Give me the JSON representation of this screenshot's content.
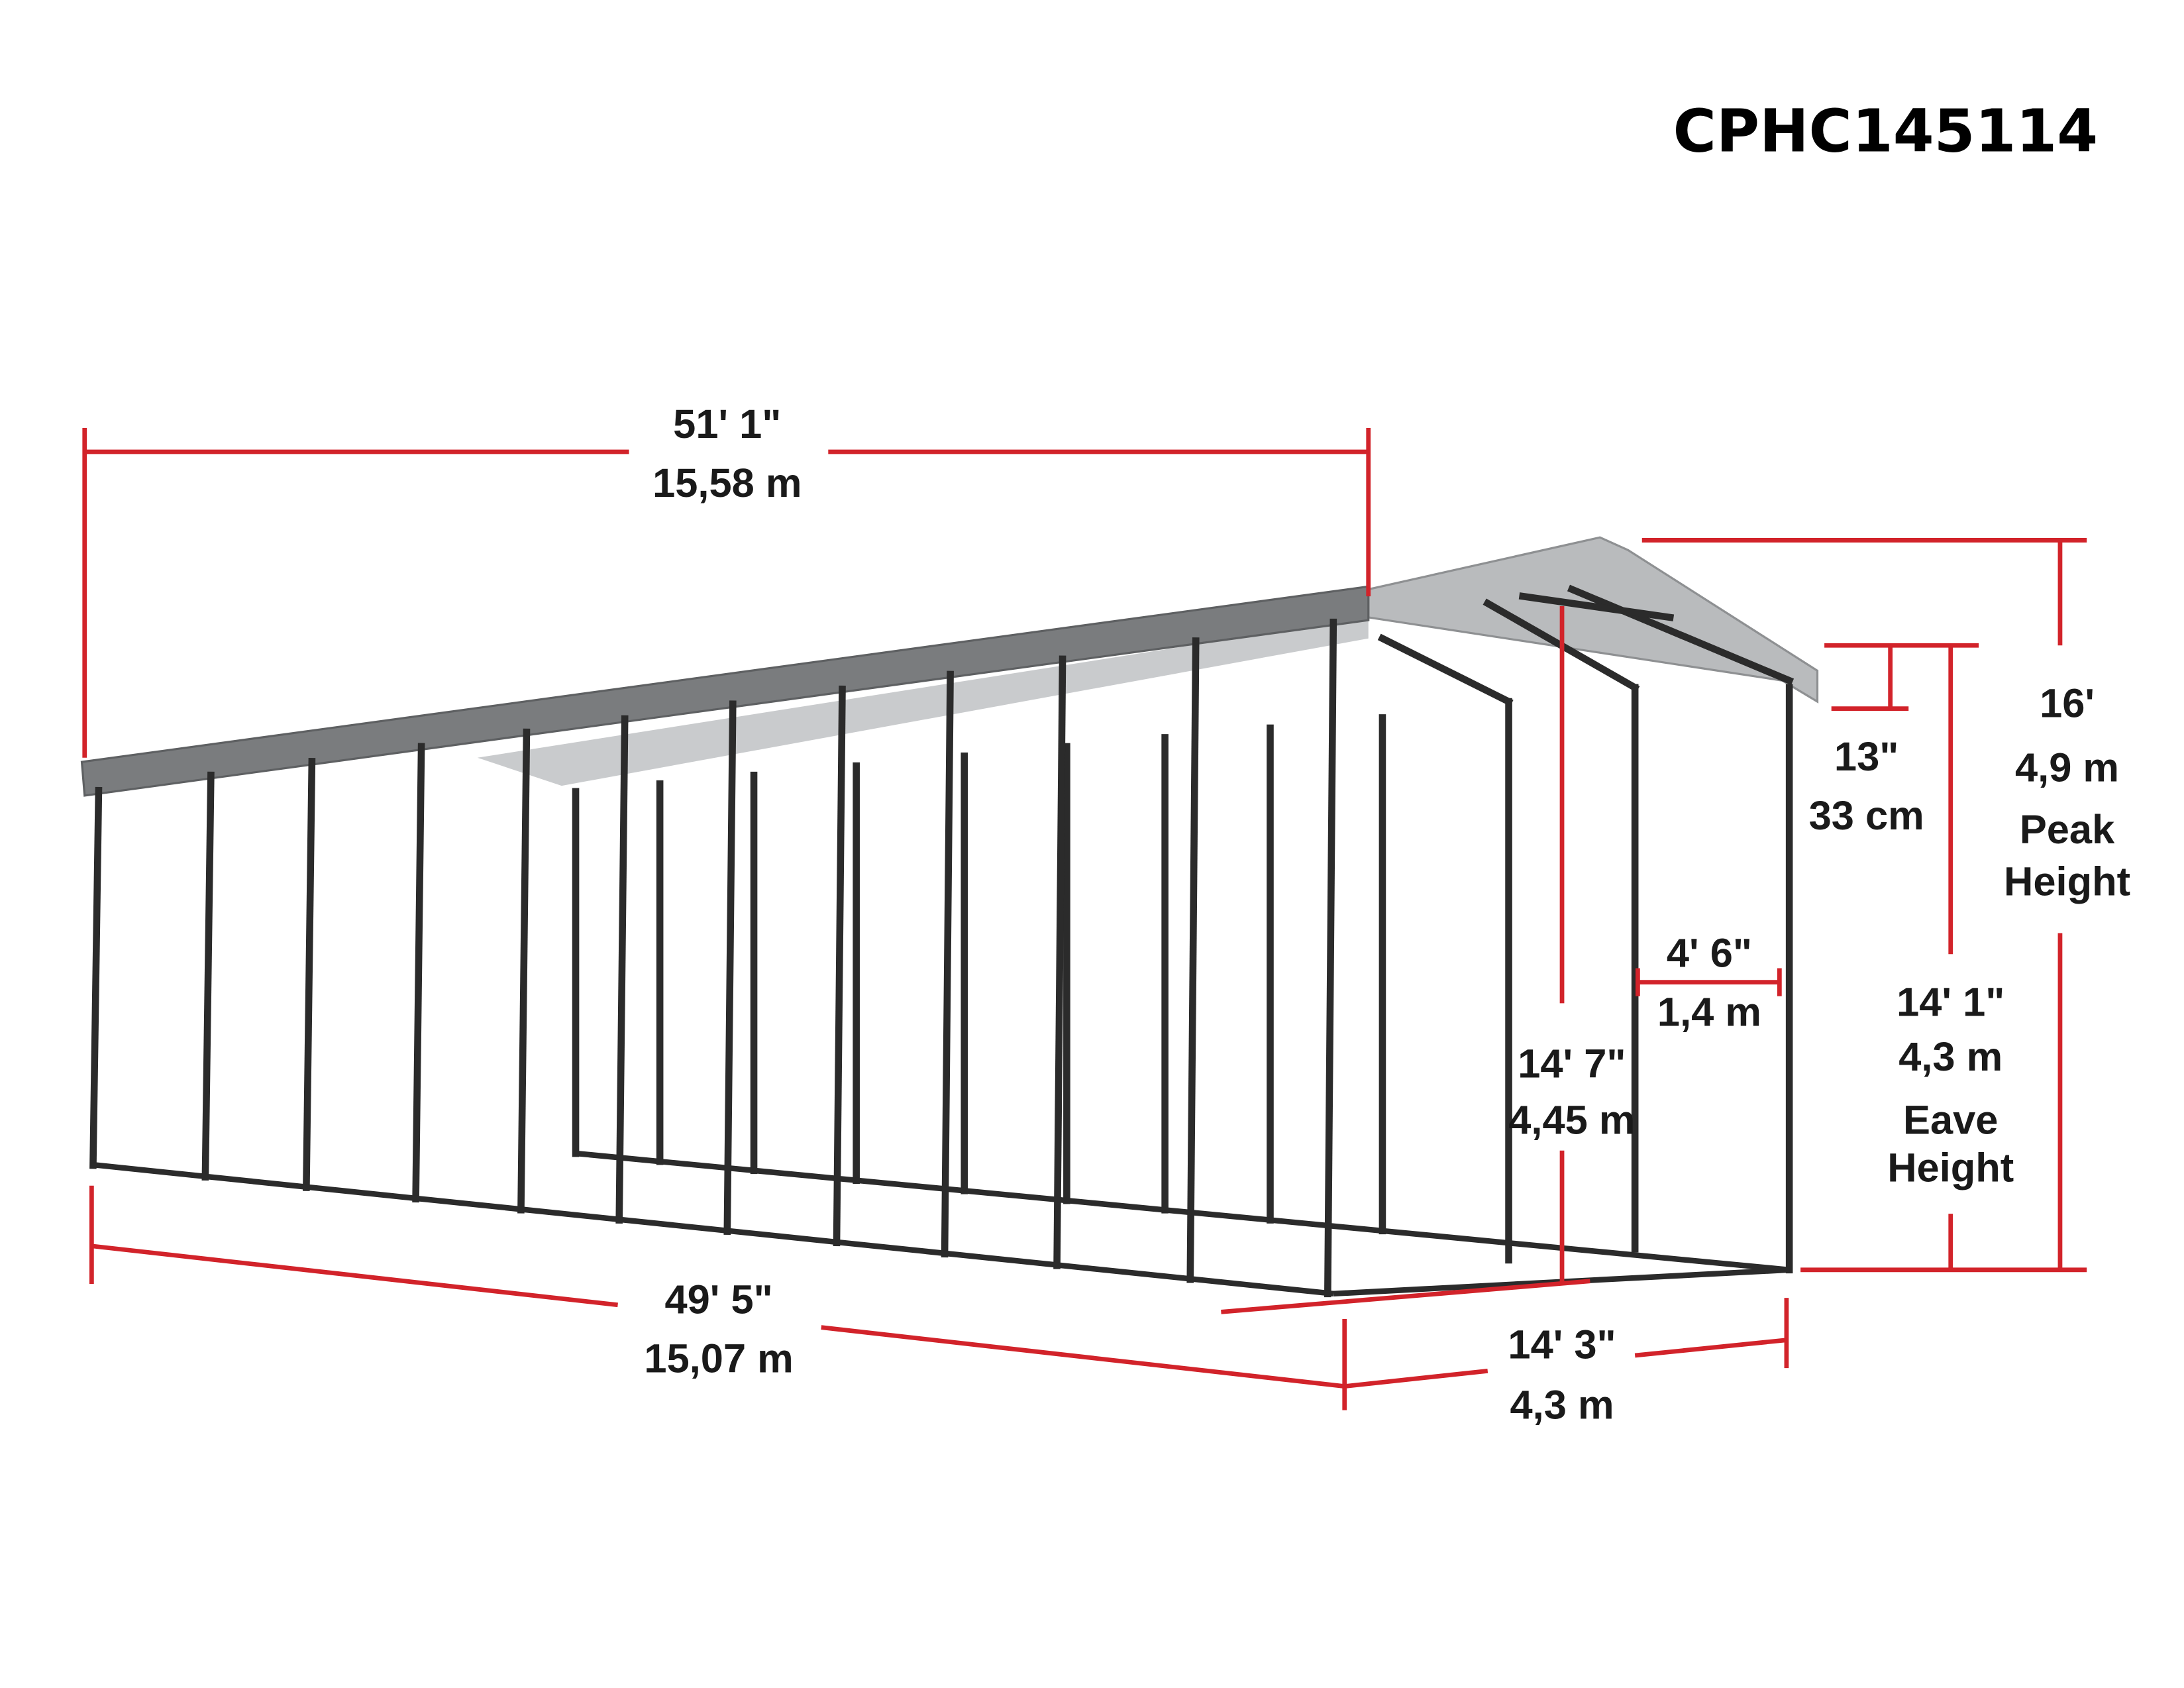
{
  "title": "CPHC145114",
  "colors": {
    "dimension_line": "#d2232a",
    "frame": "#2b2b2b",
    "roof": "#7a7c7e",
    "roof_light": "#b9bbbd"
  },
  "dimensions": {
    "overall_length": {
      "imperial": "51' 1\"",
      "metric": "15,58 m"
    },
    "base_length": {
      "imperial": "49' 5\"",
      "metric": "15,07 m"
    },
    "base_width": {
      "imperial": "14' 3\"",
      "metric": "4,3 m"
    },
    "opening_height": {
      "imperial": "14' 7\"",
      "metric": "4,45 m"
    },
    "post_spacing": {
      "imperial": "4' 6\"",
      "metric": "1,4 m"
    },
    "roof_rise": {
      "imperial": "13\"",
      "metric": "33 cm"
    },
    "eave_height": {
      "imperial": "14' 1\"",
      "metric": "4,3 m",
      "label_1": "Eave",
      "label_2": "Height"
    },
    "peak_height": {
      "imperial": "16'",
      "metric": "4,9 m",
      "label_1": "Peak",
      "label_2": "Height"
    }
  }
}
